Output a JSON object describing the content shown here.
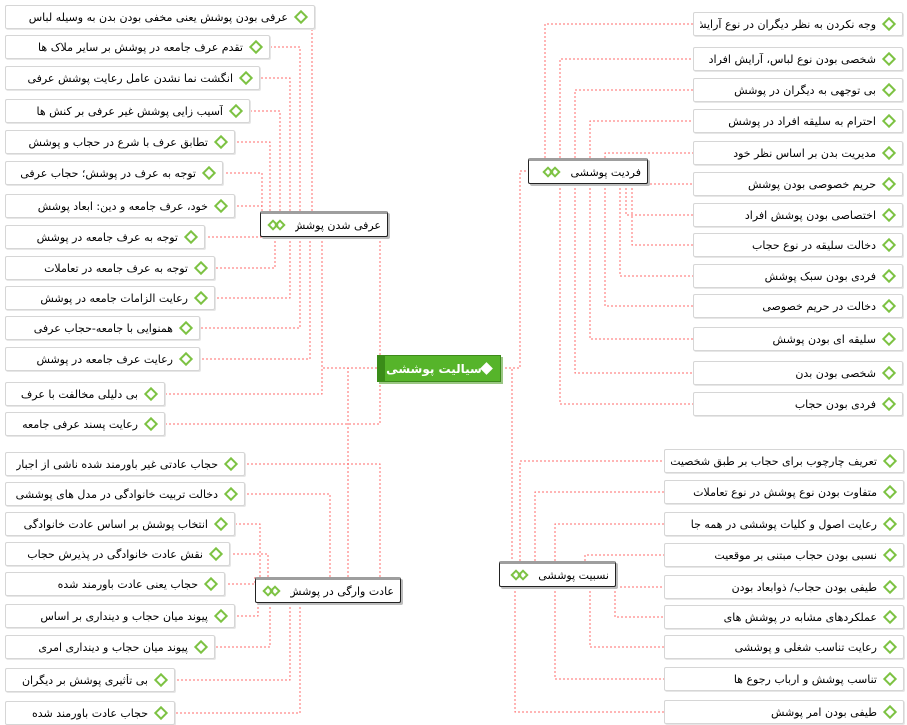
{
  "colors": {
    "accent": "#7dc243",
    "root_fill": "#56b42a",
    "link": "#ff6b6b"
  },
  "root": {
    "label": "سیالیت پوششی"
  },
  "branches": [
    {
      "label": "فردیت پوششی",
      "items": [
        "وجه نکردن به نظر دیگران در نوع آرایش",
        "شخصی بودن نوع لباس، آرایش افراد",
        "بی توجهی به دیگران در پوشش",
        "احترام به سلیقه افراد در پوشش",
        "مدیریت بدن بر اساس نظر خود",
        "حریم خصوصی بودن پوشش",
        "اختصاصی بودن پوشش افراد",
        "دخالت سلیقه در نوع حجاب",
        "فردی بودن سبک پوشش",
        "دخالت در حریم خصوصی",
        "سلیقه ای بودن پوشش",
        "شخصی بودن بدن",
        "فردی بودن حجاب"
      ]
    },
    {
      "label": "نسبیت پوششی",
      "items": [
        "تعریف چارچوب برای حجاب بر طبق شخصیت",
        "متفاوت بودن نوع پوشش در نوع تعاملات",
        "رعایت اصول و کلیات پوششی در همه جا",
        "نسبی بودن حجاب مبتنی بر موقعیت",
        "طیفی بودن حجاب/ ذوابعاد بودن",
        "عملکردهای مشابه در پوشش های",
        "رعایت تناسب شغلی و پوششی",
        "تناسب پوشش و ارباب رجوع ها",
        "طیفی بودن امر پوشش"
      ]
    },
    {
      "label": "عرفی شدن پوشش",
      "items": [
        "عرفی بودن پوشش یعنی مخفی بودن بدن به وسیله لباس",
        "تقدم عرف جامعه در پوشش بر سایر ملاک ها",
        "انگشت نما نشدن عامل رعایت پوشش عرفی",
        "آسیب زایی پوشش غیر عرفی بر کنش ها",
        "تطابق عرف با شرع در حجاب و پوشش",
        "توجه به عرف در پوشش؛ حجاب عرفی",
        "خود، عرف جامعه و دین: ابعاد پوشش",
        "توجه به عرف جامعه در پوشش",
        "توجه به عرف جامعه در تعاملات",
        "رعایت الزامات جامعه در پوشش",
        "همنوایی با جامعه-حجاب عرفی",
        "رعایت عرف جامعه در پوشش",
        "بی دلیلی مخالفت با عرف",
        "رعایت پسند عرفی جامعه"
      ]
    },
    {
      "label": "عادت وارگی در پوشش",
      "items": [
        "حجاب عادتی غیر باورمند شده ناشی از اجبار",
        "دخالت تربیت خانوادگی در مدل های پوششی",
        "انتخاب پوشش بر اساس عادت خانوادگی",
        "نقش عادت خانوادگی در پذیرش حجاب",
        "حجاب یعنی عادت باورمند شده",
        "پیوند میان حجاب و دینداری بر اساس",
        "پیوند میان حجاب و دینداری امری",
        "بی تأثیری پوشش بر دیگران",
        "حجاب عادت باورمند شده"
      ]
    }
  ]
}
